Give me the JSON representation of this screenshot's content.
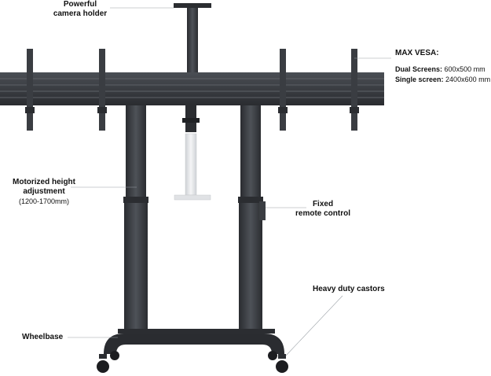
{
  "labels": {
    "camera": {
      "line1": "Powerful",
      "line2": "camera holder"
    },
    "vesa": {
      "title": "MAX VESA:",
      "dual_label": "Dual Screens:",
      "dual_value": "600x500 mm",
      "single_label": "Single screen:",
      "single_value": "2400x600 mm"
    },
    "height": {
      "line1": "Motorized height",
      "line2": "adjustment",
      "line3": "(1200-1700mm)"
    },
    "remote": {
      "line1": "Fixed",
      "line2": "remote control"
    },
    "castors": {
      "line1": "Heavy duty castors"
    },
    "wheelbase": {
      "line1": "Wheelbase"
    }
  },
  "colors": {
    "metal_dark": "#2b2d31",
    "metal_mid": "#3a3d42",
    "metal_light": "#55595f",
    "silver": "#e6e8ea",
    "leader": "#9aa0a6"
  }
}
